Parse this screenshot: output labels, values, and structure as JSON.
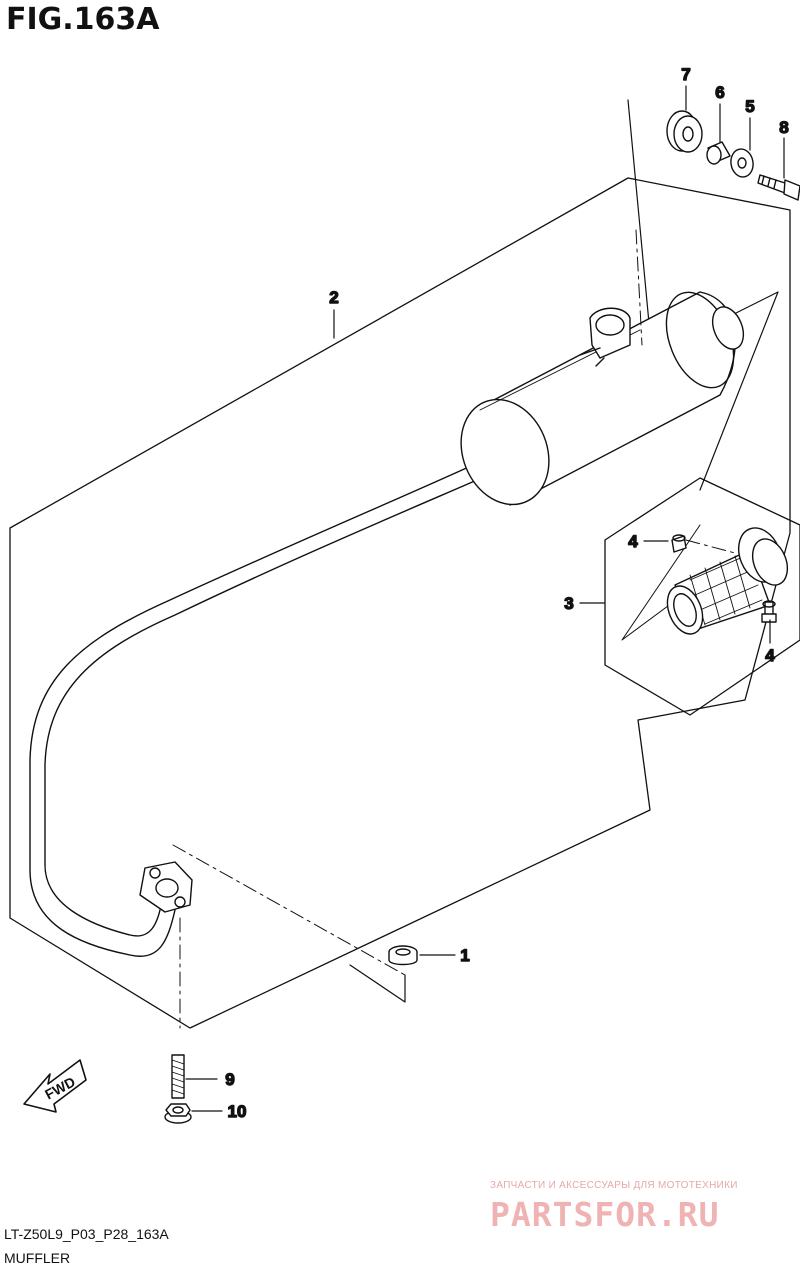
{
  "figure": {
    "title": "FIG.163A"
  },
  "callouts": [
    {
      "id": "p7",
      "label": "7"
    },
    {
      "id": "p6",
      "label": "6"
    },
    {
      "id": "p5",
      "label": "5"
    },
    {
      "id": "p8",
      "label": "8"
    },
    {
      "id": "p2",
      "label": "2"
    },
    {
      "id": "p4a",
      "label": "4"
    },
    {
      "id": "p3",
      "label": "3"
    },
    {
      "id": "p4b",
      "label": "4"
    },
    {
      "id": "p1",
      "label": "1"
    },
    {
      "id": "p9",
      "label": "9"
    },
    {
      "id": "p10",
      "label": "10"
    }
  ],
  "fwd_label": "FWD",
  "footer": {
    "code": "LT-Z50L9_P03_P28_163A",
    "caption": "MUFFLER"
  },
  "watermark": {
    "tagline": "ЗАПЧАСТИ И АКСЕССУАРЫ ДЛЯ МОТОТЕХНИКИ",
    "brand": "PARTSFOR.RU",
    "color": "#f0b3b3"
  }
}
